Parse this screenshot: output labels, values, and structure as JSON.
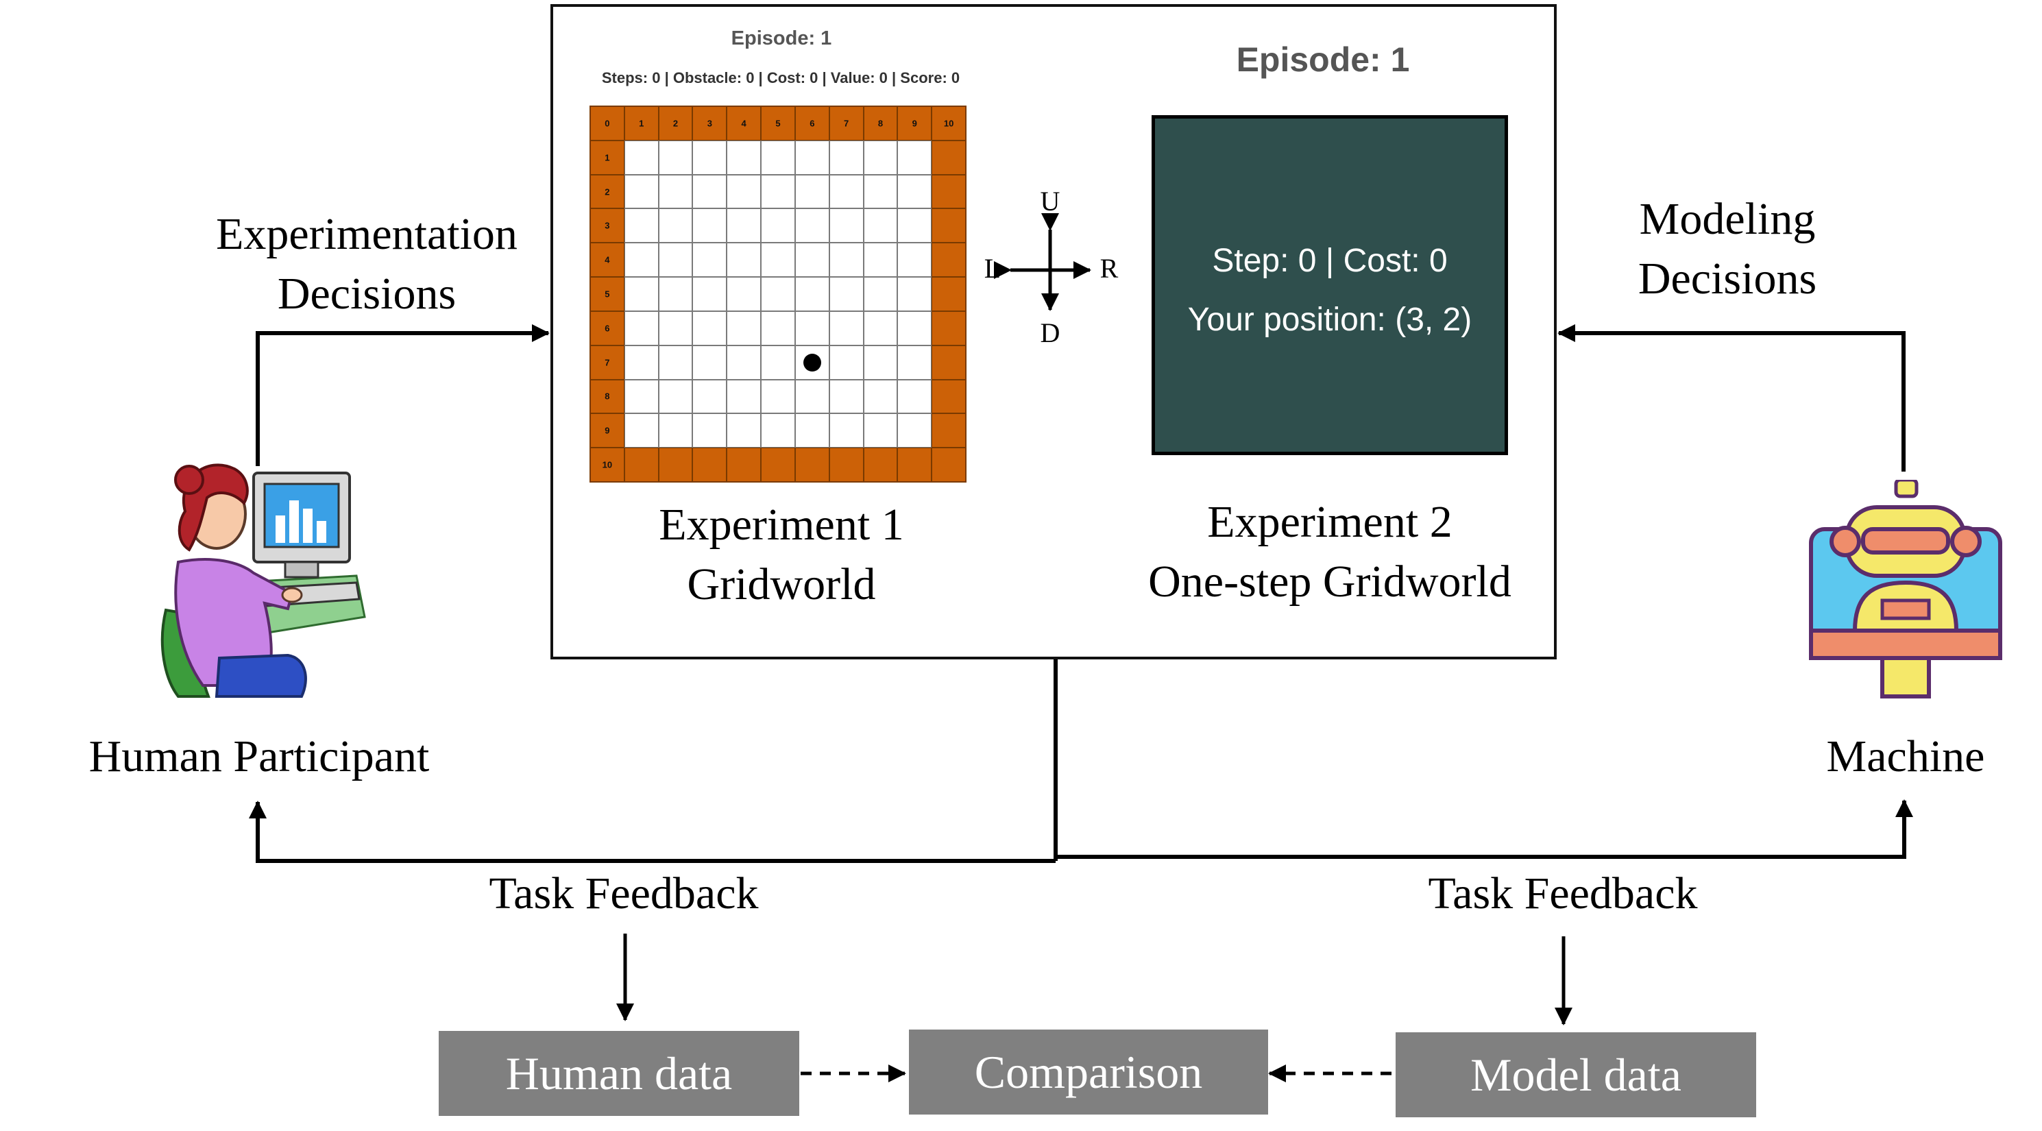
{
  "experiment1": {
    "episode_label": "Episode: 1",
    "stats": "Steps: 0 | Obstacle: 0 | Cost: 0 | Value: 0 | Score: 0",
    "column_labels": [
      "0",
      "1",
      "2",
      "3",
      "4",
      "5",
      "6",
      "7",
      "8",
      "9",
      "10"
    ],
    "row_labels": [
      "1",
      "2",
      "3",
      "4",
      "5",
      "6",
      "7",
      "8",
      "9",
      "10"
    ],
    "agent_position": {
      "column": 6,
      "row": 7
    },
    "caption_line1": "Experiment 1",
    "caption_line2": "Gridworld"
  },
  "compass": {
    "up": "U",
    "down": "D",
    "left": "L",
    "right": "R"
  },
  "experiment2": {
    "episode_label": "Episode: 1",
    "panel_line1": "Step: 0 | Cost: 0",
    "panel_line2": "Your position: (3, 2)",
    "caption_line1": "Experiment 2",
    "caption_line2": "One-step Gridworld"
  },
  "left_side": {
    "decision_line1": "Experimentation",
    "decision_line2": "Decisions",
    "actor_label": "Human Participant",
    "feedback_label": "Task Feedback",
    "data_label": "Human data"
  },
  "right_side": {
    "decision_line1": "Modeling",
    "decision_line2": "Decisions",
    "actor_label": "Machine",
    "feedback_label": "Task Feedback",
    "data_label": "Model data"
  },
  "comparison_label": "Comparison",
  "colors": {
    "wall": "#cc6107",
    "panel": "#2f4f4d",
    "data_box": "#808080",
    "stroke": "#000000"
  }
}
